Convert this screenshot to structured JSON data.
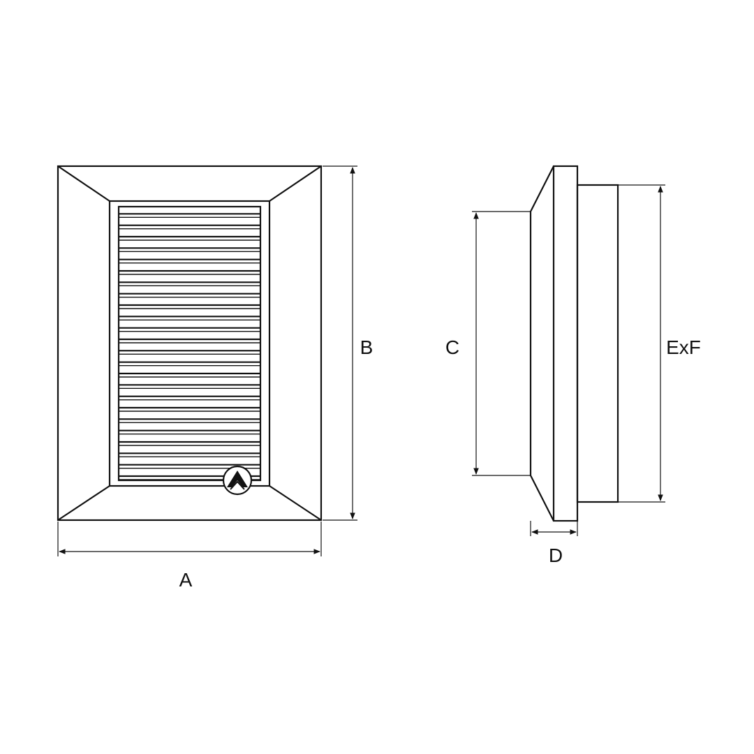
{
  "labels": {
    "width": "A",
    "height": "B",
    "spigot_height": "C",
    "depth": "D",
    "spigot_size": "ExF"
  },
  "louvre_slats": 24,
  "colors": {
    "line": "#111111",
    "background": "#ffffff"
  }
}
